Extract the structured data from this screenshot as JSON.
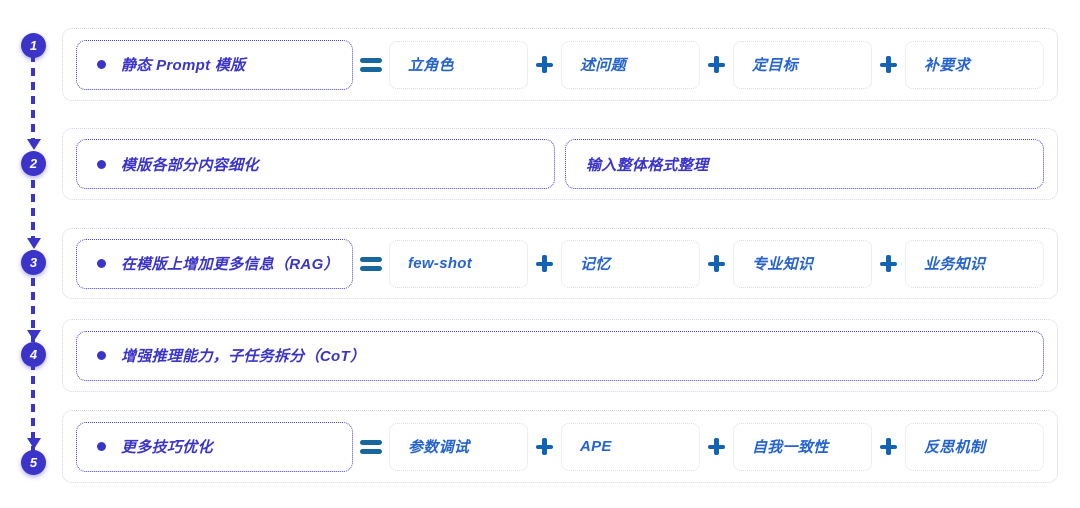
{
  "theme": {
    "indigo": "#3b34c9",
    "item_blue": "#2563cf",
    "equals_color": "#16689c",
    "plus_color": "#1263b4",
    "outer_border": "#d2d6e2",
    "inner_border": "#4a42d6",
    "item_border": "#d9dde6"
  },
  "steps": [
    {
      "number": "1",
      "title": "静态 Prompt 模版",
      "operator": "=",
      "connector": "+",
      "items": [
        "立角色",
        "述问题",
        "定目标",
        "补要求"
      ]
    },
    {
      "number": "2",
      "boxes": [
        "模版各部分内容细化",
        "输入整体格式整理"
      ]
    },
    {
      "number": "3",
      "title": "在模版上增加更多信息（RAG）",
      "operator": "=",
      "connector": "+",
      "items": [
        "few-shot",
        "记忆",
        "专业知识",
        "业务知识"
      ]
    },
    {
      "number": "4",
      "title": "增强推理能力，子任务拆分（CoT）"
    },
    {
      "number": "5",
      "title": "更多技巧优化",
      "operator": "=",
      "connector": "+",
      "items": [
        "参数调试",
        "APE",
        "自我一致性",
        "反思机制"
      ]
    }
  ]
}
